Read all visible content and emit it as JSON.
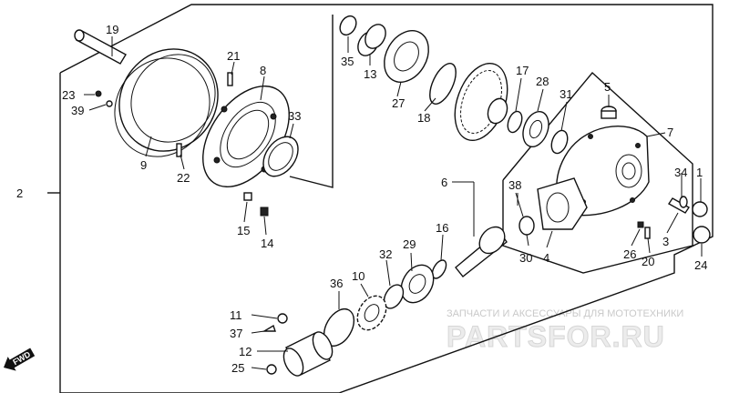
{
  "diagram": {
    "callouts": [
      "1",
      "2",
      "3",
      "4",
      "5",
      "6",
      "7",
      "8",
      "9",
      "10",
      "11",
      "12",
      "13",
      "14",
      "15",
      "16",
      "17",
      "18",
      "19",
      "20",
      "21",
      "22",
      "23",
      "24",
      "25",
      "26",
      "27",
      "28",
      "29",
      "30",
      "31",
      "32",
      "33",
      "34",
      "35",
      "36",
      "37",
      "38",
      "39"
    ],
    "fwd_label": "FWD"
  },
  "watermark": {
    "tagline": "ЗАПЧАСТИ И АКСЕССУАРЫ ДЛЯ МОТОТЕХНИКИ",
    "logo": "PARTSFOR.RU"
  }
}
